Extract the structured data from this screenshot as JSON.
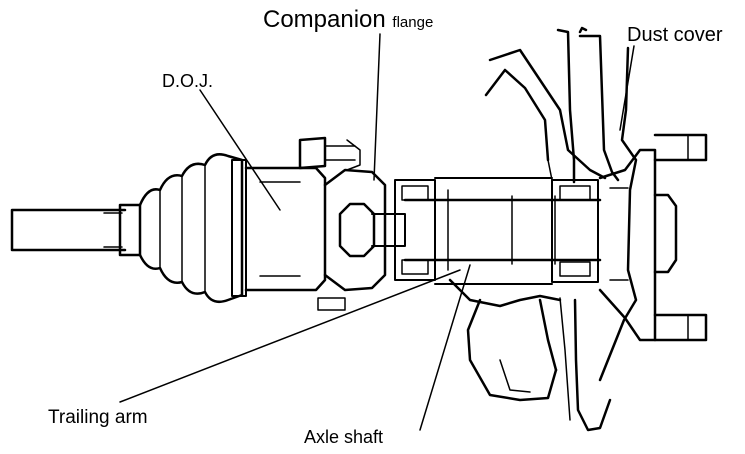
{
  "labels": {
    "companion": "Companion",
    "companion_flange": "flange",
    "dust_cover": "Dust cover",
    "doj": "D.O.J.",
    "trailing_arm": "Trailing arm",
    "axle_shaft": "Axle shaft"
  },
  "colors": {
    "ink": "#000000",
    "background": "#ffffff"
  }
}
